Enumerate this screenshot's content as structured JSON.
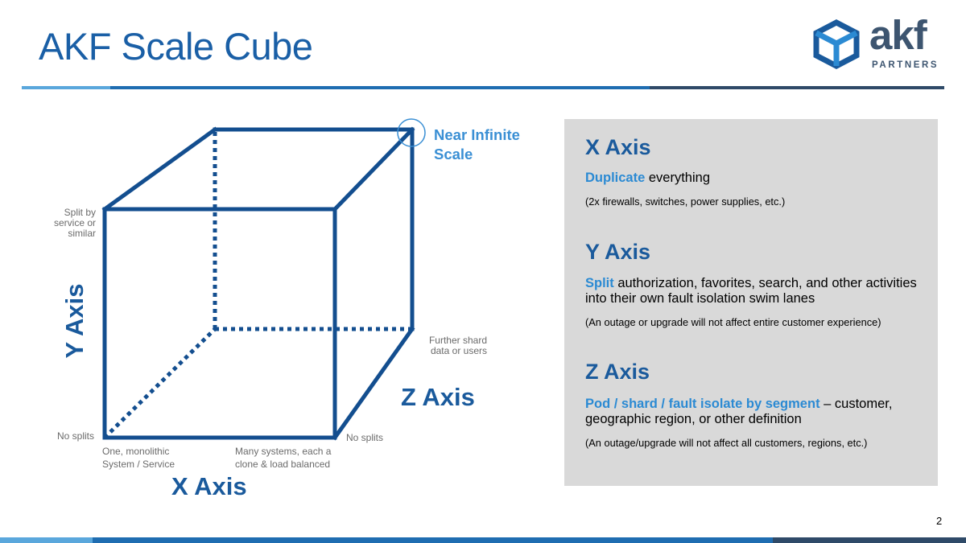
{
  "slide": {
    "title": "AKF Scale Cube",
    "page_number": "2"
  },
  "logo": {
    "word": "akf",
    "sub": "PARTNERS"
  },
  "colors": {
    "title_blue": "#1a5fa6",
    "cube_blue": "#134e8f",
    "highlight_blue": "#2b8ad3",
    "panel_gray": "#d9d9d9"
  },
  "cube": {
    "near_infinite_line1": "Near Infinite",
    "near_infinite_line2": "Scale",
    "y_split_line1": "Split by",
    "y_split_line2": "service or",
    "y_split_line3": "similar",
    "z_further_line1": "Further shard",
    "z_further_line2": "data or users",
    "no_splits_left": "No splits",
    "no_splits_right": "No splits",
    "monolithic_line1": "One, monolithic",
    "monolithic_line2": "System / Service",
    "many_line1": "Many systems, each a",
    "many_line2": "clone & load balanced",
    "x_axis": "X Axis",
    "y_axis": "Y Axis",
    "z_axis": "Z Axis"
  },
  "panel": {
    "x": {
      "heading": "X Axis",
      "highlight": "Duplicate",
      "text": " everything",
      "note": "(2x firewalls, switches, power supplies, etc.)"
    },
    "y": {
      "heading": "Y Axis",
      "highlight": "Split",
      "text": " authorization, favorites, search, and other activities into their own fault isolation swim lanes",
      "note": "(An outage or upgrade will not affect entire customer experience)"
    },
    "z": {
      "heading": "Z Axis",
      "highlight": "Pod / shard / fault isolate by segment",
      "text": " – customer, geographic region, or other definition",
      "note": "(An outage/upgrade will not affect all customers, regions, etc.)"
    }
  }
}
